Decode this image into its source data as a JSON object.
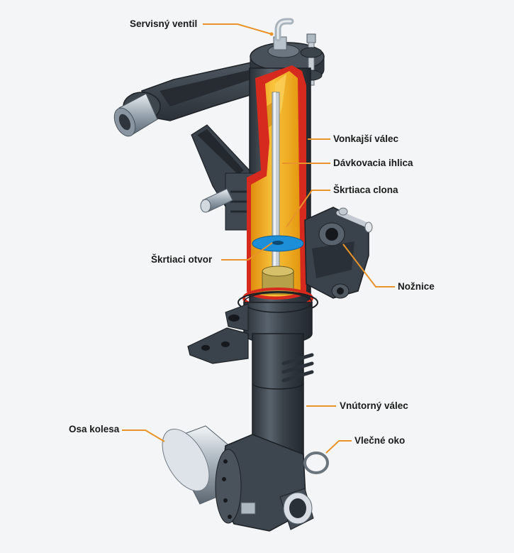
{
  "labels": {
    "service_valve": "Servisný ventil",
    "outer_cylinder": "Vonkajší válec",
    "metering_pin": "Dávkovacia ihlica",
    "orifice_plate": "Škrtiaca clona",
    "orifice": "Škrtiaci otvor",
    "torque_links": "Nožnice",
    "inner_cylinder": "Vnútorný válec",
    "axle": "Osa kolesa",
    "towing_eye": "Vlečné oko"
  },
  "colors": {
    "leader": "#e8942a",
    "metal_dark": "#343b43",
    "metal_mid": "#4f5861",
    "metal_light": "#7c8791",
    "fluid": "#f0a818",
    "fluid_light": "#fbd15a",
    "outer_wall": "#d62a1e",
    "orifice_plate": "#1c8fd8",
    "label_text": "#1a1a1a"
  }
}
